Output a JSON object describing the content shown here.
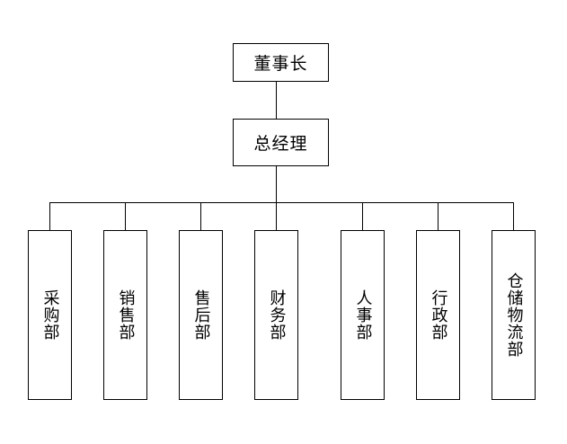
{
  "chart": {
    "chairman": "董事长",
    "general_manager": "总经理",
    "departments": [
      {
        "key": "purchasing",
        "label": "采购部"
      },
      {
        "key": "sales",
        "label": "销售部"
      },
      {
        "key": "after-sales",
        "label": "售后部"
      },
      {
        "key": "finance",
        "label": "财务部"
      },
      {
        "key": "hr",
        "label": "人事部"
      },
      {
        "key": "administration",
        "label": "行政部"
      },
      {
        "key": "warehouse-logistics",
        "label": "仓储物流部"
      }
    ]
  },
  "colors": {
    "line": "#000000",
    "box_border": "#000000",
    "background": "#ffffff"
  }
}
